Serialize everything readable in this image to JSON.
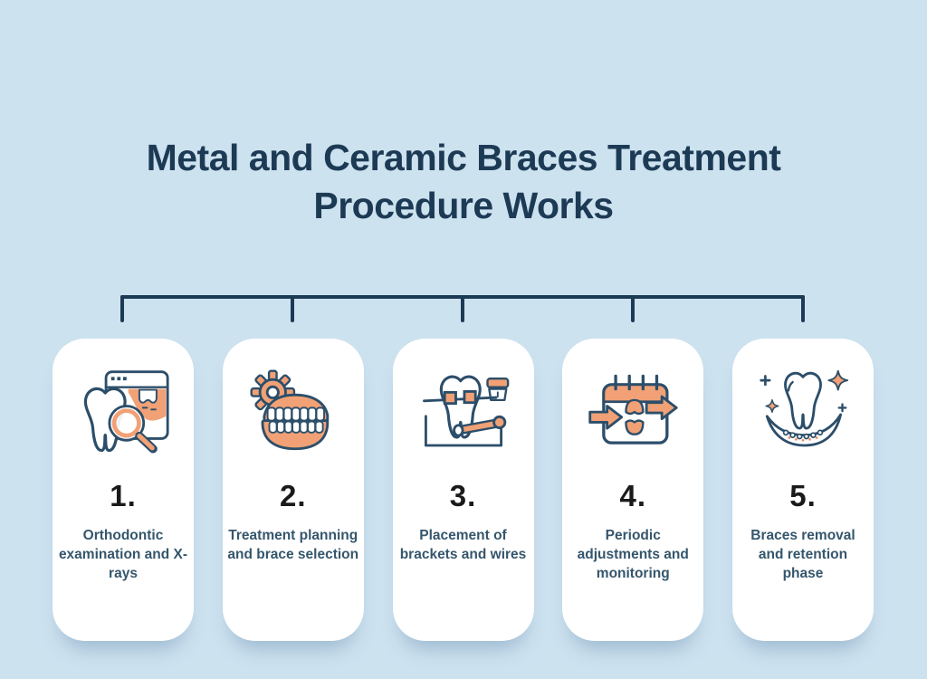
{
  "page": {
    "title": "Metal and Ceramic Braces Treatment Procedure Works",
    "title_line1": "Metal and Ceramic Braces Treatment",
    "title_line2": "Procedure Works"
  },
  "colors": {
    "background": "#cde2ef",
    "title_navy": "#1d3a55",
    "connector_navy": "#1d3a55",
    "card_background": "#ffffff",
    "icon_outline_navy": "#2c4e6a",
    "icon_accent_orange": "#f1a175",
    "icon_accent_deep_orange": "#e98a5a",
    "step_number_color": "#1a1a1a",
    "step_label_color": "#35566c"
  },
  "steps": [
    {
      "number": "1.",
      "label": "Orthodontic examination and X-rays",
      "icon": "tooth-magnifier-xray-icon"
    },
    {
      "number": "2.",
      "label": "Treatment planning and brace selection",
      "icon": "dentures-gear-icon"
    },
    {
      "number": "3.",
      "label": "Placement of brackets and wires",
      "icon": "tooth-braces-tool-icon"
    },
    {
      "number": "4.",
      "label": "Periodic adjustments and monitoring",
      "icon": "calendar-arrows-icon"
    },
    {
      "number": "5.",
      "label": "Braces removal and retention phase",
      "icon": "sparkling-tooth-smile-icon"
    }
  ]
}
